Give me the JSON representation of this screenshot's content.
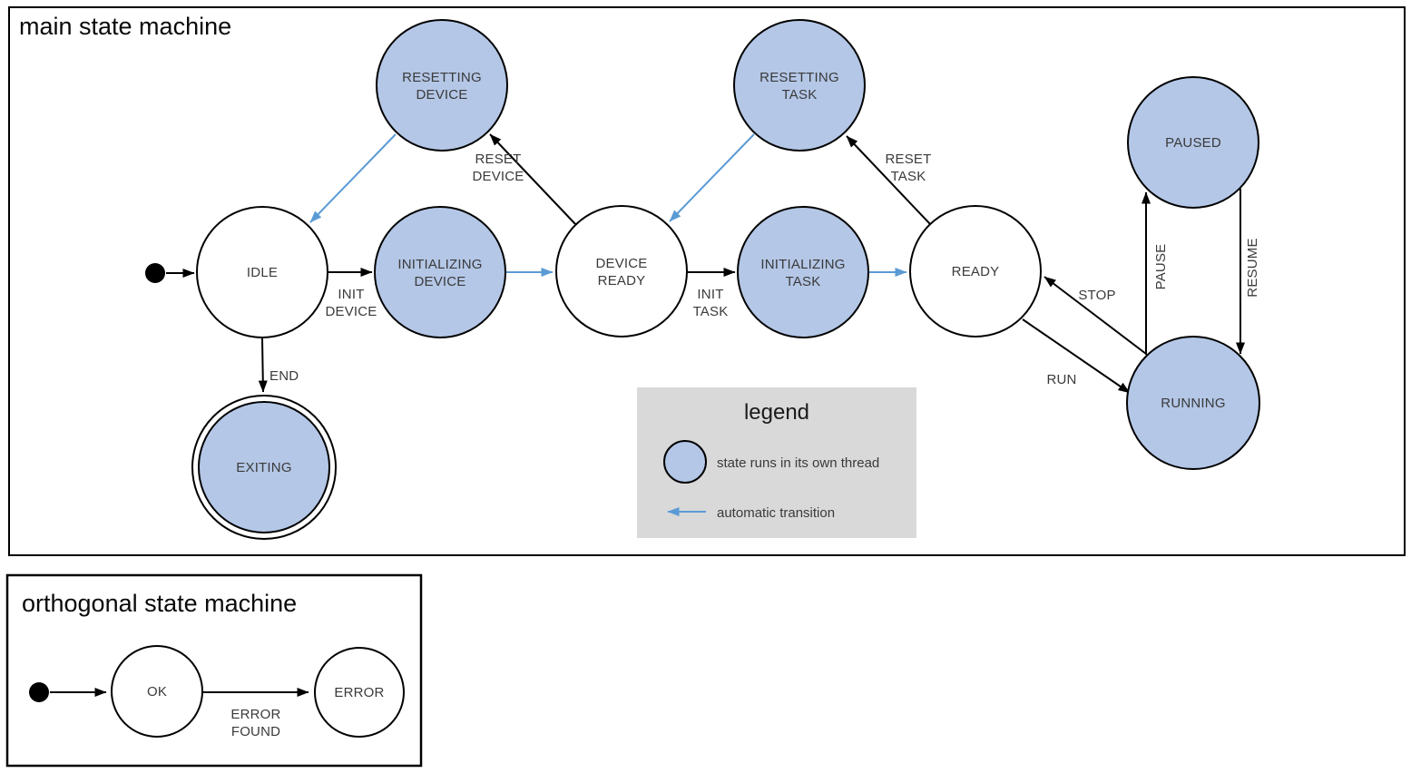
{
  "colors": {
    "thread_fill": "#b4c7e7",
    "auto_arrow": "#5b9bd5",
    "legend_bg": "#d9d9d9"
  },
  "main": {
    "title": "main state machine",
    "states": {
      "idle": {
        "label": "IDLE"
      },
      "initializing_device": {
        "line1": "INITIALIZING",
        "line2": "DEVICE"
      },
      "resetting_device": {
        "line1": "RESETTING",
        "line2": "DEVICE"
      },
      "device_ready": {
        "line1": "DEVICE",
        "line2": "READY"
      },
      "initializing_task": {
        "line1": "INITIALIZING",
        "line2": "TASK"
      },
      "resetting_task": {
        "line1": "RESETTING",
        "line2": "TASK"
      },
      "ready": {
        "label": "READY"
      },
      "paused": {
        "label": "PAUSED"
      },
      "running": {
        "label": "RUNNING"
      },
      "exiting": {
        "label": "EXITING"
      }
    },
    "transitions": {
      "init_device": {
        "line1": "INIT",
        "line2": "DEVICE"
      },
      "reset_device": {
        "line1": "RESET",
        "line2": "DEVICE"
      },
      "init_task": {
        "line1": "INIT",
        "line2": "TASK"
      },
      "reset_task": {
        "line1": "RESET",
        "line2": "TASK"
      },
      "end": {
        "label": "END"
      },
      "run": {
        "label": "RUN"
      },
      "stop": {
        "label": "STOP"
      },
      "pause": {
        "label": "PAUSE"
      },
      "resume": {
        "label": "RESUME"
      }
    }
  },
  "legend": {
    "title": "legend",
    "thread_label": "state runs in its own thread",
    "auto_label": "automatic transition"
  },
  "orthogonal": {
    "title": "orthogonal state machine",
    "states": {
      "ok": {
        "label": "OK"
      },
      "error": {
        "label": "ERROR"
      }
    },
    "transitions": {
      "error_found": {
        "line1": "ERROR",
        "line2": "FOUND"
      }
    }
  }
}
